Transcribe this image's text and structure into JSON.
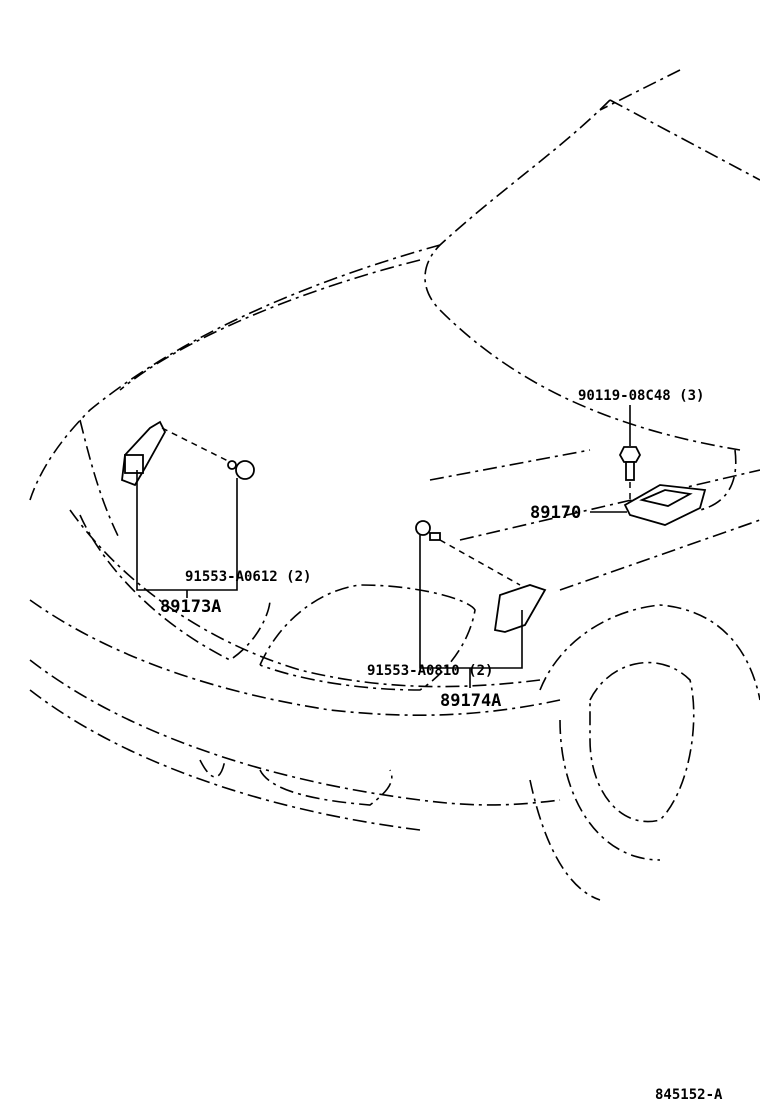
{
  "diagram": {
    "parts": [
      {
        "number": "90119-08C48 (3)"
      },
      {
        "number": "89170"
      },
      {
        "number": "91553-A0612 (2)"
      },
      {
        "number": "89173A"
      },
      {
        "number": "91553-A0810 (2)"
      },
      {
        "number": "89174A"
      }
    ],
    "figure_id": "845152-A"
  }
}
